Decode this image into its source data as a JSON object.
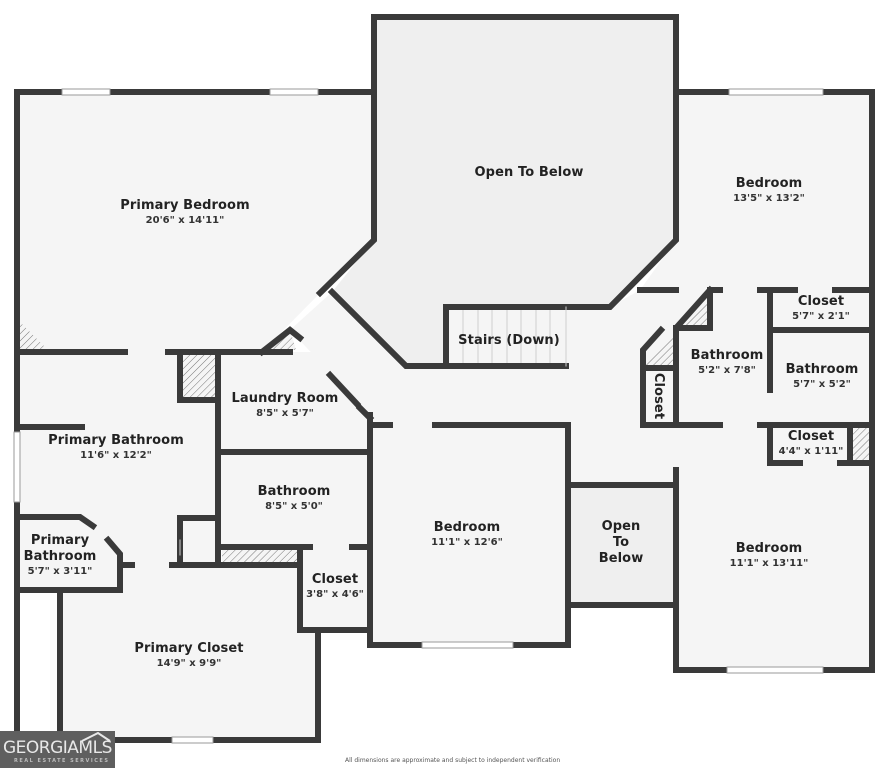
{
  "floor_plan": {
    "colors": {
      "wall": "#3a3a3a",
      "floor": "#f5f5f5",
      "open_to_below": "#efefef",
      "hatch": "#777777",
      "background": "#ffffff"
    },
    "rooms": [
      {
        "id": "primary-bedroom",
        "name": "Primary Bedroom",
        "dimensions": "20'6\" x 14'11\""
      },
      {
        "id": "open-to-below-main",
        "name": "Open To Below",
        "dimensions": ""
      },
      {
        "id": "bedroom-northeast",
        "name": "Bedroom",
        "dimensions": "13'5\" x 13'2\""
      },
      {
        "id": "stairs",
        "name": "Stairs (Down)",
        "dimensions": ""
      },
      {
        "id": "closet-ne",
        "name": "Closet",
        "dimensions": "5'7\" x 2'1\""
      },
      {
        "id": "bathroom-east-a",
        "name": "Bathroom",
        "dimensions": "5'2\" x 7'8\""
      },
      {
        "id": "bathroom-east-b",
        "name": "Bathroom",
        "dimensions": "5'7\" x 5'2\""
      },
      {
        "id": "closet-vertical",
        "name": "Closet",
        "dimensions": ""
      },
      {
        "id": "closet-se-small",
        "name": "Closet",
        "dimensions": "4'4\" x 1'11\""
      },
      {
        "id": "laundry-room",
        "name": "Laundry Room",
        "dimensions": "8'5\" x 5'7\""
      },
      {
        "id": "primary-bathroom",
        "name": "Primary Bathroom",
        "dimensions": "11'6\" x 12'2\""
      },
      {
        "id": "bathroom-center",
        "name": "Bathroom",
        "dimensions": "8'5\" x 5'0\""
      },
      {
        "id": "bedroom-center",
        "name": "Bedroom",
        "dimensions": "11'1\" x 12'6\""
      },
      {
        "id": "open-to-below-small",
        "name": "Open To Below",
        "name_lines": [
          "Open",
          "To",
          "Below"
        ],
        "dimensions": ""
      },
      {
        "id": "bedroom-southeast",
        "name": "Bedroom",
        "dimensions": "11'1\" x 13'11\""
      },
      {
        "id": "primary-bathroom-small",
        "name": "Primary Bathroom",
        "name_lines": [
          "Primary",
          "Bathroom"
        ],
        "dimensions": "5'7\" x 3'11\""
      },
      {
        "id": "closet-center",
        "name": "Closet",
        "dimensions": "3'8\" x 4'6\""
      },
      {
        "id": "primary-closet",
        "name": "Primary Closet",
        "dimensions": "14'9\" x 9'9\""
      }
    ],
    "footer": {
      "disclaimer": "All dimensions are approximate and subject to independent verification"
    },
    "logo": {
      "text": "GEORGIAMLS",
      "subtitle": "REAL ESTATE SERVICES"
    }
  }
}
